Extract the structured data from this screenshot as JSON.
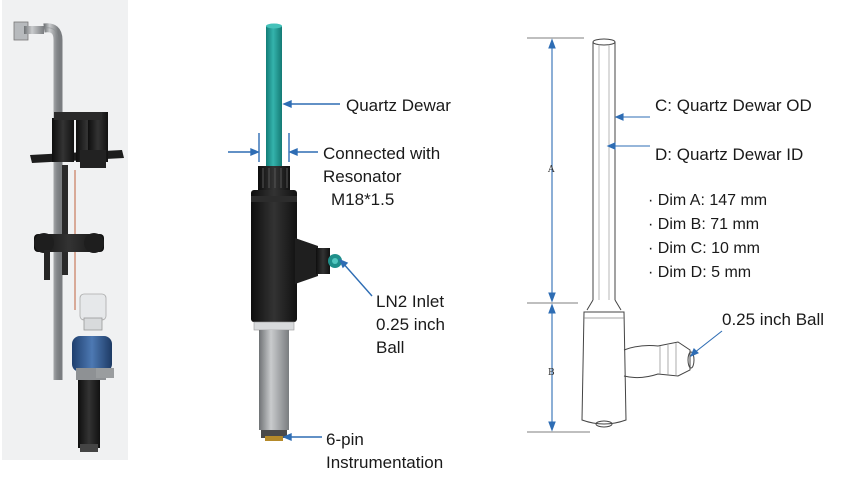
{
  "middle": {
    "quartz_dewar": "Quartz Dewar",
    "connected_line1": "Connected with",
    "connected_line2": "Resonator",
    "connected_line3": "M18*1.5",
    "ln2_line1": "LN2 Inlet",
    "ln2_line2": "0.25 inch",
    "ln2_line3": "Ball",
    "pin_line1": "6-pin",
    "pin_line2": "Instrumentation"
  },
  "right": {
    "od_label": "C: Quartz Dewar OD",
    "id_label": "D: Quartz Dewar ID",
    "dims": [
      "· Dim A:  147 mm",
      "· Dim B:  71 mm",
      "· Dim C:  10 mm",
      "· Dim D:  5 mm"
    ],
    "ball_label": "0.25 inch Ball",
    "letter_a": "A",
    "letter_b": "B"
  },
  "colors": {
    "accent_line": "#2e6db4",
    "teal_dewar": "#1e9a94",
    "body_black": "#1b1b1b",
    "metal_gray": "#9ea1a4"
  }
}
